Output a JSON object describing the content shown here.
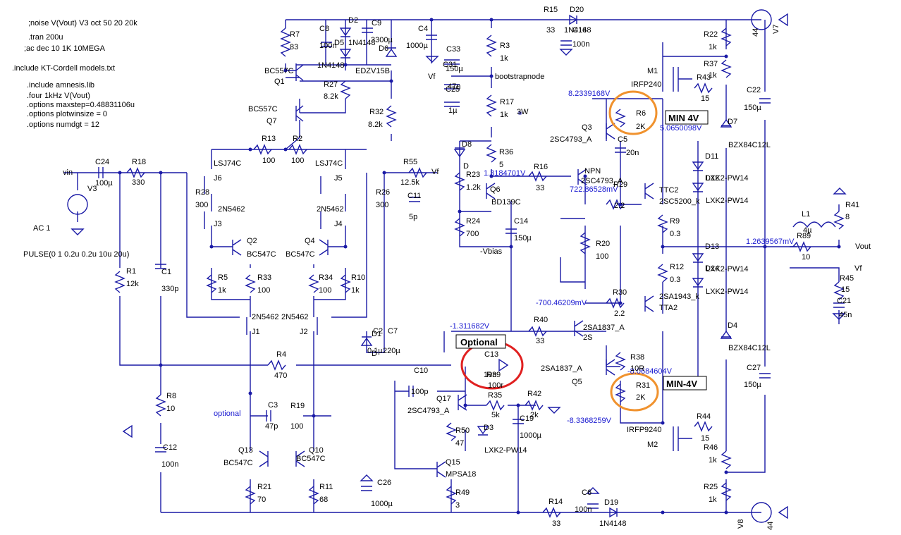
{
  "directives": [
    ";noise V(Vout) V3 oct 50 20 20k",
    ".tran 200u",
    ";ac dec 10 1K 10MEGA",
    ".include KT-Cordell models.txt",
    ".include amnesis.lib",
    ".four 1kHz V(Vout)",
    ".options maxstep=0.48831106u",
    ".options plotwinsize = 0",
    ".options numdgt = 12"
  ],
  "source": {
    "name": "V3",
    "ac": "AC 1",
    "pulse": "PULSE(0 1 0.2u 0.2u 10u 20u)",
    "net": "vin"
  },
  "nets": {
    "vout": "Vout",
    "vf": "Vf",
    "vbias": "-Vbias",
    "bootstrap": "bootstrapnode",
    "optional": "optional",
    "v7": "V7",
    "v8": "V8",
    "rail_pos": "44",
    "rail_neg": "44"
  },
  "callouts": {
    "min_pos": "MIN 4V",
    "min_neg": "MIN-4V",
    "optional": "Optional",
    "w3": "3W"
  },
  "voltages": [
    "8.2339168V",
    "5.0650098V",
    "1.3184701V",
    "722.86528mV",
    "1.2639567mV",
    "-700.46209mV",
    "-1.311682V",
    "-8.0684604V",
    "-8.3368259V"
  ],
  "resistors": [
    {
      "ref": "R7",
      "val": "83"
    },
    {
      "ref": "R27",
      "val": "8.2k"
    },
    {
      "ref": "R32",
      "val": "8.2k"
    },
    {
      "ref": "R13",
      "val": "100"
    },
    {
      "ref": "R2",
      "val": "100"
    },
    {
      "ref": "R18",
      "val": "330"
    },
    {
      "ref": "R28",
      "val": "300"
    },
    {
      "ref": "R26",
      "val": "300"
    },
    {
      "ref": "R55",
      "val": "12.5k"
    },
    {
      "ref": "R5",
      "val": "1k"
    },
    {
      "ref": "R33",
      "val": "100"
    },
    {
      "ref": "R34",
      "val": "100"
    },
    {
      "ref": "R10",
      "val": "1k"
    },
    {
      "ref": "R1",
      "val": "12k"
    },
    {
      "ref": "R4",
      "val": "470"
    },
    {
      "ref": "R8",
      "val": "10"
    },
    {
      "ref": "R19",
      "val": "100"
    },
    {
      "ref": "R21",
      "val": "70"
    },
    {
      "ref": "R11",
      "val": "68"
    },
    {
      "ref": "R15",
      "val": "33"
    },
    {
      "ref": "R3",
      "val": "1k"
    },
    {
      "ref": "R17",
      "val": "1k"
    },
    {
      "ref": "R36",
      "val": "5"
    },
    {
      "ref": "R23",
      "val": "1.2k"
    },
    {
      "ref": "R24",
      "val": "700"
    },
    {
      "ref": "R16",
      "val": "33"
    },
    {
      "ref": "R20",
      "val": "100"
    },
    {
      "ref": "R40",
      "val": "33"
    },
    {
      "ref": "R39",
      "val": "100r"
    },
    {
      "ref": "R35",
      "val": "5k"
    },
    {
      "ref": "R42",
      "val": "2k"
    },
    {
      "ref": "R50",
      "val": "47"
    },
    {
      "ref": "R49",
      "val": "3"
    },
    {
      "ref": "R14",
      "val": "33"
    },
    {
      "ref": "R6",
      "val": "2K"
    },
    {
      "ref": "R29",
      "val": "2.2"
    },
    {
      "ref": "R9",
      "val": "0.3"
    },
    {
      "ref": "R12",
      "val": "0.3"
    },
    {
      "ref": "R30",
      "val": "2.2"
    },
    {
      "ref": "R38",
      "val": "10R"
    },
    {
      "ref": "R31",
      "val": "2K"
    },
    {
      "ref": "R22",
      "val": "1k"
    },
    {
      "ref": "R37",
      "val": "1k"
    },
    {
      "ref": "R43",
      "val": "15"
    },
    {
      "ref": "R44",
      "val": "15"
    },
    {
      "ref": "R46",
      "val": "1k"
    },
    {
      "ref": "R25",
      "val": "1k"
    },
    {
      "ref": "R41",
      "val": "8"
    },
    {
      "ref": "R89",
      "val": "10"
    },
    {
      "ref": "R45",
      "val": "15"
    }
  ],
  "capacitors": [
    {
      "ref": "C8",
      "val": "100n"
    },
    {
      "ref": "C9",
      "val": "3300µ"
    },
    {
      "ref": "C4",
      "val": "1000µ"
    },
    {
      "ref": "C33",
      "val": "150µ"
    },
    {
      "ref": "C31",
      "val": "47n"
    },
    {
      "ref": "C25",
      "val": "1µ"
    },
    {
      "ref": "C24",
      "val": "100µ"
    },
    {
      "ref": "C11",
      "val": "5p"
    },
    {
      "ref": "C1",
      "val": "330p"
    },
    {
      "ref": "C2",
      "val": "0.1µ"
    },
    {
      "ref": "C7",
      "val": "220µ"
    },
    {
      "ref": "C10",
      "val": "100p"
    },
    {
      "ref": "C3",
      "val": "47p"
    },
    {
      "ref": "C12",
      "val": "100n"
    },
    {
      "ref": "C26",
      "val": "1000µ"
    },
    {
      "ref": "C13",
      "val": "10n"
    },
    {
      "ref": "C19",
      "val": "1000µ"
    },
    {
      "ref": "C14",
      "val": "150µ"
    },
    {
      "ref": "C6",
      "val": "100n"
    },
    {
      "ref": "C5",
      "val": "20n"
    },
    {
      "ref": "C16",
      "val": "100n"
    },
    {
      "ref": "C22",
      "val": "150µ"
    },
    {
      "ref": "C27",
      "val": "150µ"
    },
    {
      "ref": "C21",
      "val": "45n"
    }
  ],
  "transistors": [
    {
      "ref": "Q1",
      "part": "BC557C"
    },
    {
      "ref": "Q7",
      "part": "BC557C"
    },
    {
      "ref": "J6",
      "part": "LSJ74C"
    },
    {
      "ref": "J5",
      "part": "LSJ74C"
    },
    {
      "ref": "J3",
      "part": "2N5462"
    },
    {
      "ref": "J4",
      "part": "2N5462"
    },
    {
      "ref": "Q2",
      "part": "BC547C"
    },
    {
      "ref": "Q4",
      "part": "BC547C"
    },
    {
      "ref": "J1",
      "part": "2N5462"
    },
    {
      "ref": "J2",
      "part": "2N5462"
    },
    {
      "ref": "Q13",
      "part": "BC547C"
    },
    {
      "ref": "Q10",
      "part": "BC547C"
    },
    {
      "ref": "Q6",
      "part": "BD139C"
    },
    {
      "ref": "Q17",
      "part": "2SC4793_A"
    },
    {
      "ref": "Q15",
      "part": "MPSA18"
    },
    {
      "ref": "Q3",
      "part": "2SC4793_A"
    },
    {
      "ref": "NPN",
      "part": "2SC4793_A"
    },
    {
      "ref": "TTC2",
      "part": "2SC5200_k"
    },
    {
      "ref": "TTA2",
      "part": "2SA1943_k"
    },
    {
      "ref": "2S",
      "part": "2SA1837_A"
    },
    {
      "ref": "Q5",
      "part": "2SA1837_A"
    },
    {
      "ref": "M1",
      "part": "IRFP240"
    },
    {
      "ref": "M2",
      "part": "IRFP9240"
    }
  ],
  "diodes": [
    {
      "ref": "D2",
      "part": "1N4148"
    },
    {
      "ref": "D5",
      "part": "1N4148"
    },
    {
      "ref": "D6",
      "part": "EDZV15B"
    },
    {
      "ref": "D20",
      "part": "1N4148"
    },
    {
      "ref": "D8",
      "part": "D"
    },
    {
      "ref": "D3",
      "part": "LXK2-PW14"
    },
    {
      "ref": "D1",
      "part": "D"
    },
    {
      "ref": "D19",
      "part": "1N4148"
    },
    {
      "ref": "D7",
      "part": "BZX84C12L"
    },
    {
      "ref": "D4",
      "part": "BZX84C12L"
    },
    {
      "ref": "D11",
      "part": "LXK2-PW14"
    },
    {
      "ref": "D12",
      "part": "LXK2-PW14"
    },
    {
      "ref": "D13",
      "part": "LXK2-PW14"
    },
    {
      "ref": "D14",
      "part": "LXK2-PW14"
    }
  ],
  "inductor": {
    "ref": "L1",
    "val": "4µ"
  }
}
